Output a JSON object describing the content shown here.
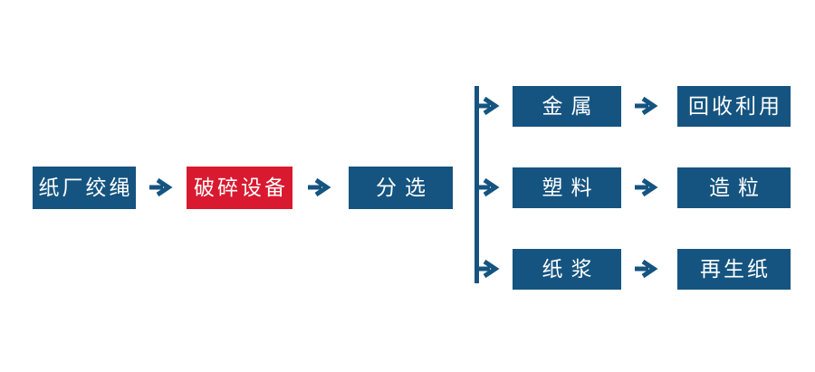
{
  "diagram": {
    "title_hint": "纸厂绞绳回收处理流程",
    "main_nodes": [
      {
        "label": "纸厂绞绳",
        "variant": "blue"
      },
      {
        "label": "破碎设备",
        "variant": "red"
      },
      {
        "label": "分选",
        "variant": "blue"
      }
    ],
    "branches": [
      {
        "material": "金属",
        "result": "回收利用"
      },
      {
        "material": "塑料",
        "result": "造粒"
      },
      {
        "material": "纸浆",
        "result": "再生纸"
      }
    ]
  },
  "colors": {
    "node_blue": "#155480",
    "node_red": "#D9192F",
    "connector_blue": "#155480",
    "text": "#FFFFFF",
    "background": "#FFFFFF"
  }
}
